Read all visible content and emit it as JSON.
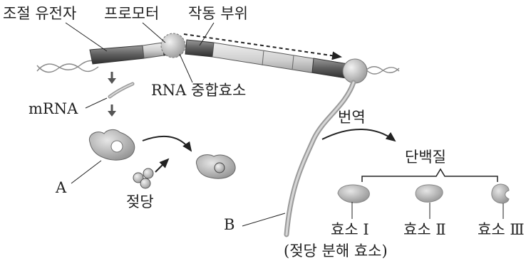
{
  "labels": {
    "regulatory_gene": "조절 유전자",
    "promoter": "프로모터",
    "operator": "작동 부위",
    "rna_polymerase": "RNA 중합효소",
    "mrna": "mRNA",
    "label_a": "A",
    "lactose": "젖당",
    "label_b": "B",
    "translation": "번역",
    "protein": "단백질",
    "enzyme_1": "효소 Ⅰ",
    "enzyme_2": "효소 Ⅱ",
    "enzyme_3": "효소 Ⅲ",
    "enzymes_note": "(젖당 분해 효소)"
  },
  "colors": {
    "ink": "#222222",
    "dna_light": "#d9d9d9",
    "dna_dark": "#6e6e6e",
    "blob": "#a8a8a8",
    "blob_highlight": "#d6d6d6"
  }
}
